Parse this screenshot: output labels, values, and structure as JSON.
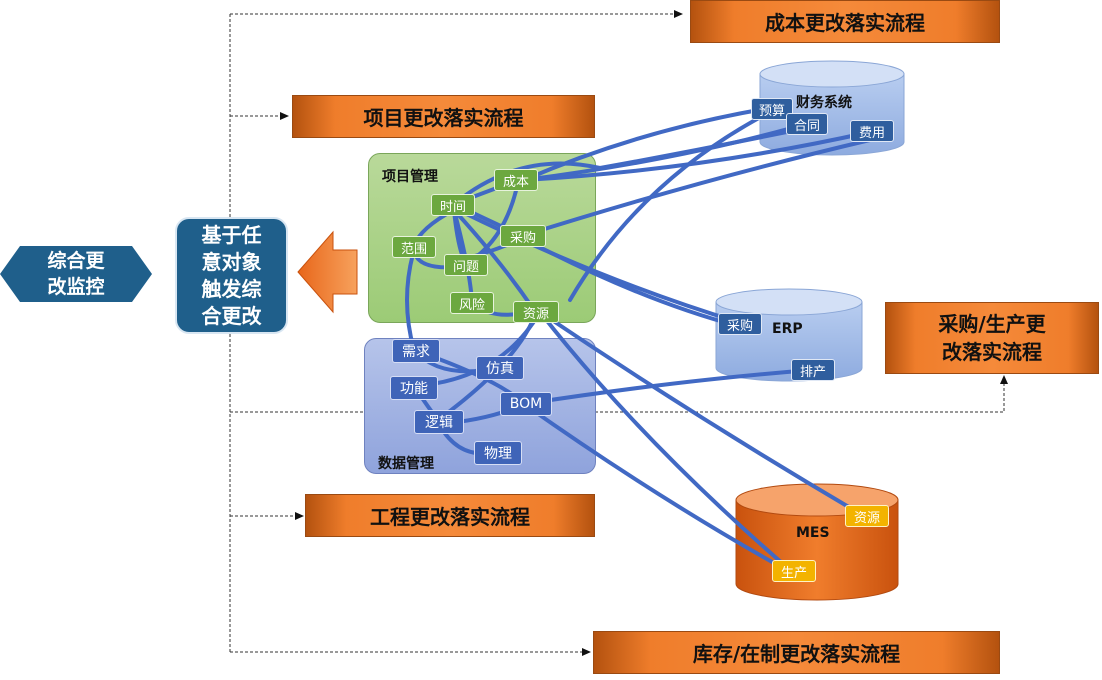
{
  "left": {
    "monitor_label": "综合更\n改监控",
    "trigger_label": "基于任\n意对象\n触发综\n合更改"
  },
  "flows": {
    "cost": "成本更改落实流程",
    "project": "项目更改落实流程",
    "purchase": "采购/生产更\n改落实流程",
    "engineering": "工程更改落实流程",
    "inventory": "库存/在制更改落实流程"
  },
  "project_mgmt": {
    "title": "项目管理",
    "items": [
      "成本",
      "时间",
      "采购",
      "范围",
      "问题",
      "风险",
      "资源"
    ]
  },
  "data_mgmt": {
    "title": "数据管理",
    "items": [
      "需求",
      "仿真",
      "功能",
      "BOM",
      "逻辑",
      "物理"
    ]
  },
  "systems": {
    "finance": {
      "name": "财务系统",
      "items": [
        "预算",
        "合同",
        "费用"
      ]
    },
    "erp": {
      "name": "ERP",
      "items": [
        "采购",
        "排产"
      ]
    },
    "mes": {
      "name": "MES",
      "items": [
        "资源",
        "生产"
      ]
    }
  },
  "colors": {
    "flow_orange": "#f58a3a",
    "monitor_blue": "#1f5f8b",
    "link_blue": "#4169c4",
    "pm_green": "#9ccb76",
    "dm_blue": "#8fa3dc",
    "mes_orange": "#e86a1c",
    "cylinder_blue": "#9db7e3"
  }
}
